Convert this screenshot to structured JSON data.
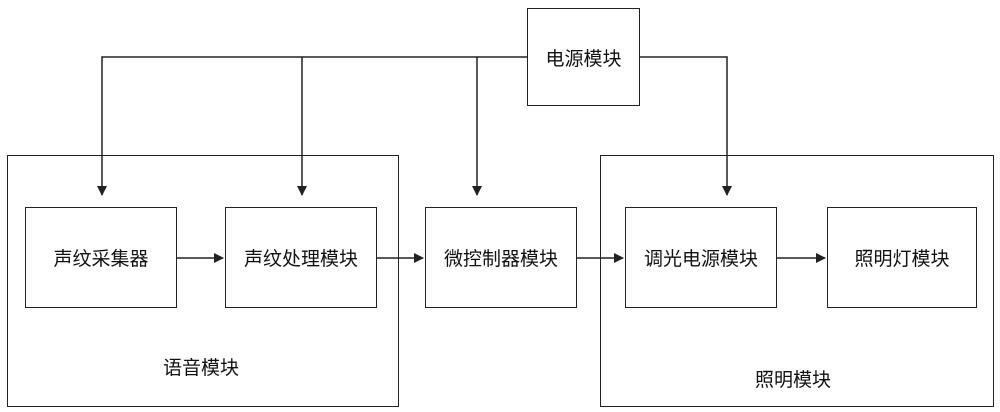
{
  "nodes": {
    "power": "电源模块",
    "voiceprint_collector": "声纹采集器",
    "voiceprint_processor": "声纹处理模块",
    "microcontroller": "微控制器模块",
    "dimming_power": "调光电源模块",
    "lamp": "照明灯模块"
  },
  "groups": {
    "voice": "语音模块",
    "lighting": "照明模块"
  }
}
